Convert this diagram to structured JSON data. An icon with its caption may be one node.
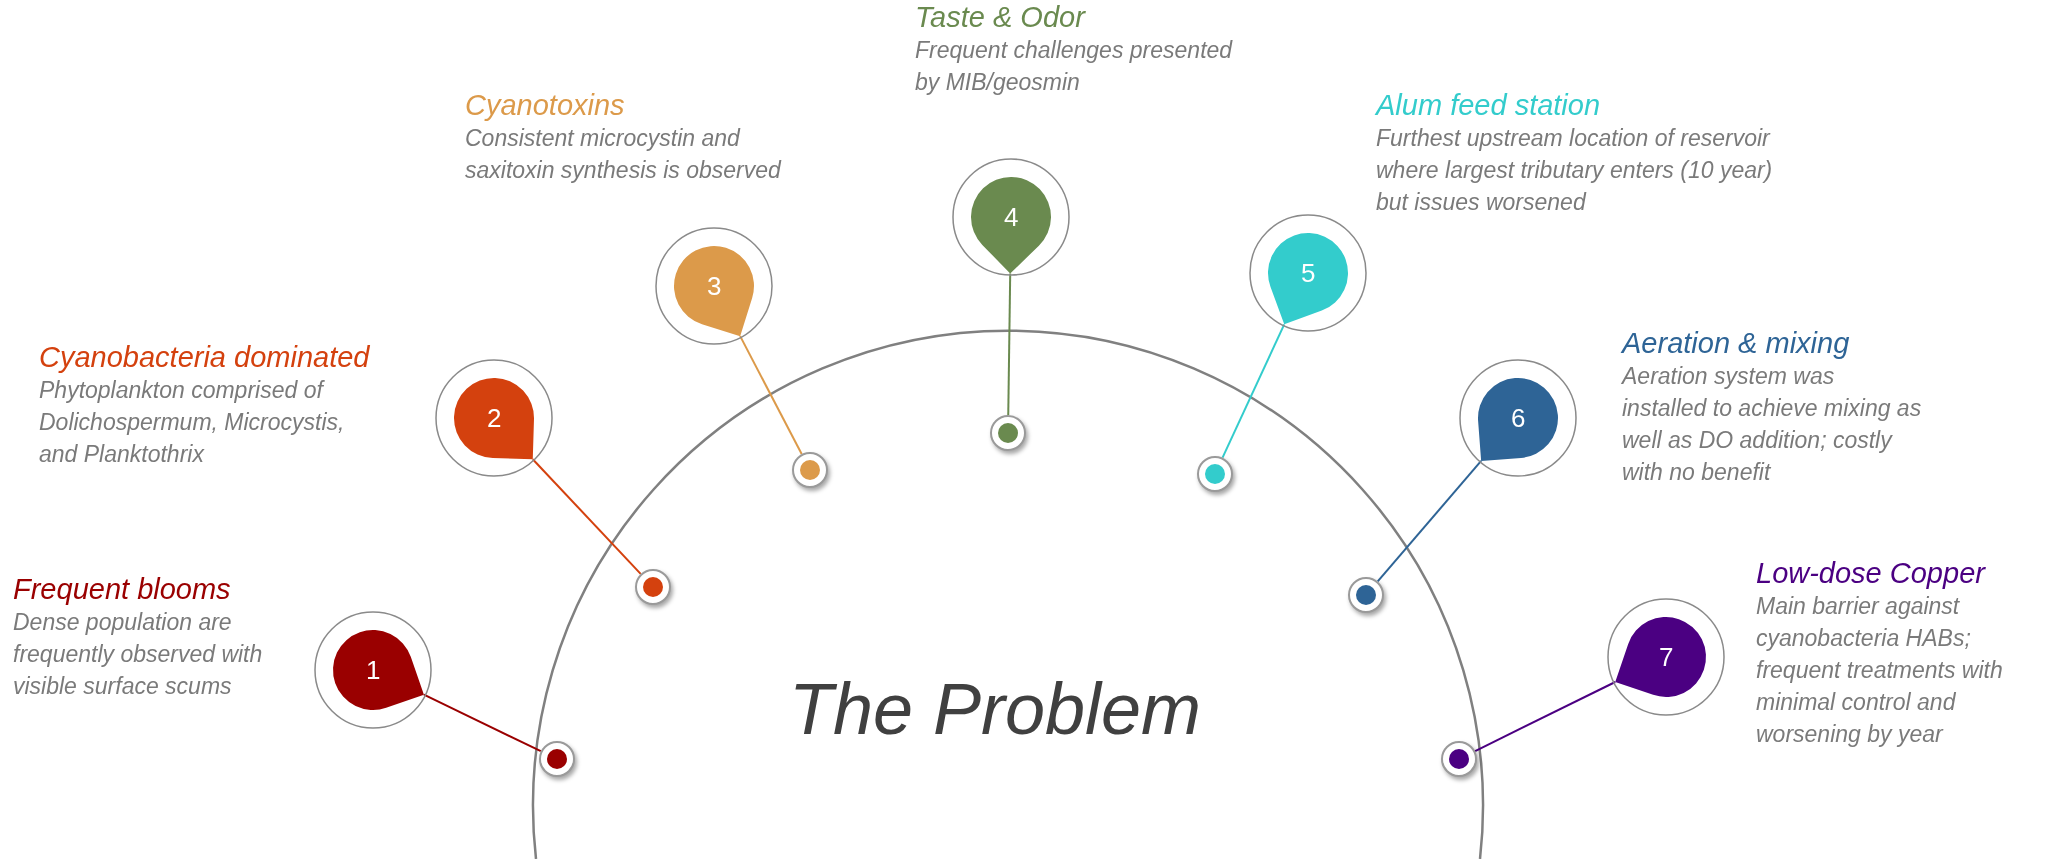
{
  "diagram": {
    "title": "The Problem",
    "nodes": [
      {
        "text": [
          "1"
        ],
        "beside": [
          "Frequent blooms",
          "Dense population are frequently observed with visible surface scums"
        ]
      },
      {
        "text": [],
        "shape": "circle"
      },
      {
        "text": [
          "2"
        ],
        "beside": [
          "Cyanobacteria dominated",
          "Phytoplankton comprised of Dolichospermum, Microcystis, and Planktothrix"
        ]
      },
      {
        "text": [],
        "shape": "circle"
      },
      {
        "text": [
          "3"
        ],
        "beside": [
          "Cyanotoxins",
          "Consistent microcystin and saxitoxin synthesis is observed"
        ]
      },
      {
        "text": [],
        "shape": "circle"
      },
      {
        "text": [
          "4"
        ],
        "beside": [
          "Taste & Odor",
          "Frequent challenges presented by MIB/geosmin"
        ]
      },
      {
        "text": [],
        "shape": "circle"
      },
      {
        "text": [
          "5"
        ],
        "beside": [
          "Alum feed station",
          "Furthest upstream location of reservoir where largest tributary enters (10 year) but issues worsened"
        ]
      },
      {
        "text": [],
        "shape": "circle"
      },
      {
        "text": [
          "6"
        ],
        "beside": [
          "Aeration & mixing",
          "Aeration system was installed to achieve mixing as well as DO addition; costly with no benefit"
        ]
      },
      {
        "text": [],
        "shape": "circle"
      },
      {
        "text": [
          "7"
        ],
        "beside": [
          "Low-dose Copper",
          "Main barrier against cyanobacteria HABs; frequent treatments with minimal control and worsening by year"
        ]
      },
      {
        "text": [],
        "shape": "circle"
      }
    ],
    "edges": [
      {
        "from": 1,
        "to": 0,
        "arrow": "none",
        "color": "#9a0000"
      },
      {
        "from": 3,
        "to": 2,
        "arrow": "none",
        "color": "#d4410e"
      },
      {
        "from": 5,
        "to": 4,
        "arrow": "none",
        "color": "#dc9a4a"
      },
      {
        "from": 7,
        "to": 6,
        "arrow": "none",
        "color": "#6a8a4f"
      },
      {
        "from": 9,
        "to": 8,
        "arrow": "none",
        "color": "#33cccc"
      },
      {
        "from": 11,
        "to": 10,
        "arrow": "none",
        "color": "#2e6496"
      },
      {
        "from": 13,
        "to": 12,
        "arrow": "none",
        "color": "#4b0082"
      }
    ]
  }
}
